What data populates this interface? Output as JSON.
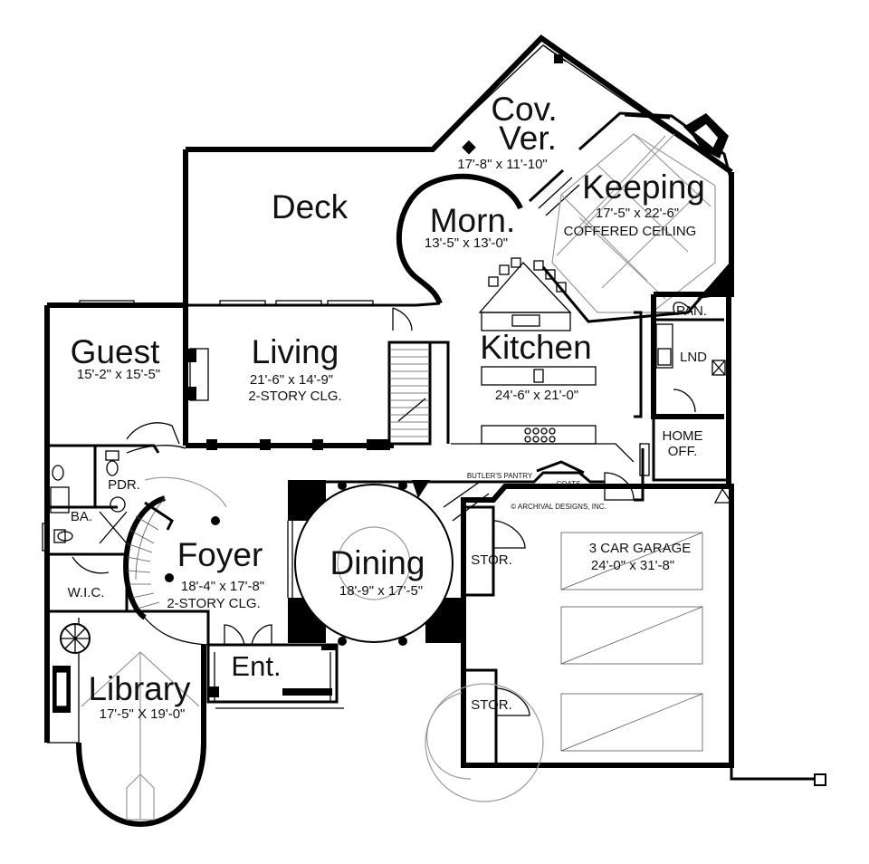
{
  "rooms": {
    "covered_veranda": {
      "name": "Cov.\nVer.",
      "line1": "Cov.",
      "line2": "Ver.",
      "dims": "17'-8\" x 11'-10\""
    },
    "deck": {
      "name": "Deck"
    },
    "morning": {
      "name": "Morn.",
      "dims": "13'-5\" x 13'-0\""
    },
    "keeping": {
      "name": "Keeping",
      "dims": "17'-5\" x 22'-6\"",
      "note": "COFFERED CEILING"
    },
    "guest": {
      "name": "Guest",
      "dims": "15'-2\" x 15'-5\""
    },
    "living": {
      "name": "Living",
      "dims": "21'-6\" x 14'-9\"",
      "note": "2-STORY CLG."
    },
    "kitchen": {
      "name": "Kitchen",
      "dims": "24'-6\" x 21'-0\""
    },
    "pantry": {
      "name": "PAN."
    },
    "laundry": {
      "name": "LND"
    },
    "home_office": {
      "line1": "HOME",
      "line2": "OFF."
    },
    "powder": {
      "name": "PDR."
    },
    "bath": {
      "name": "BA."
    },
    "butlers_pantry": {
      "name": "BUTLER'S PANTRY"
    },
    "coats": {
      "name": "COATS"
    },
    "foyer": {
      "name": "Foyer",
      "dims": "18'-4\" x 17'-8\"",
      "note": "2-STORY CLG."
    },
    "dining": {
      "name": "Dining",
      "dims": "18'-9\" x 17'-5\""
    },
    "storage_1": {
      "name": "STOR."
    },
    "storage_2": {
      "name": "STOR."
    },
    "garage": {
      "name": "3 CAR GARAGE",
      "dims": "24'-0\" x 31'-8\""
    },
    "walk_in_closet": {
      "name": "W.I.C."
    },
    "entry": {
      "name": "Ent."
    },
    "library": {
      "name": "Library",
      "dims": "17'-5\" X 19'-0\""
    }
  },
  "copyright": "© ARCHIVAL DESIGNS, INC."
}
